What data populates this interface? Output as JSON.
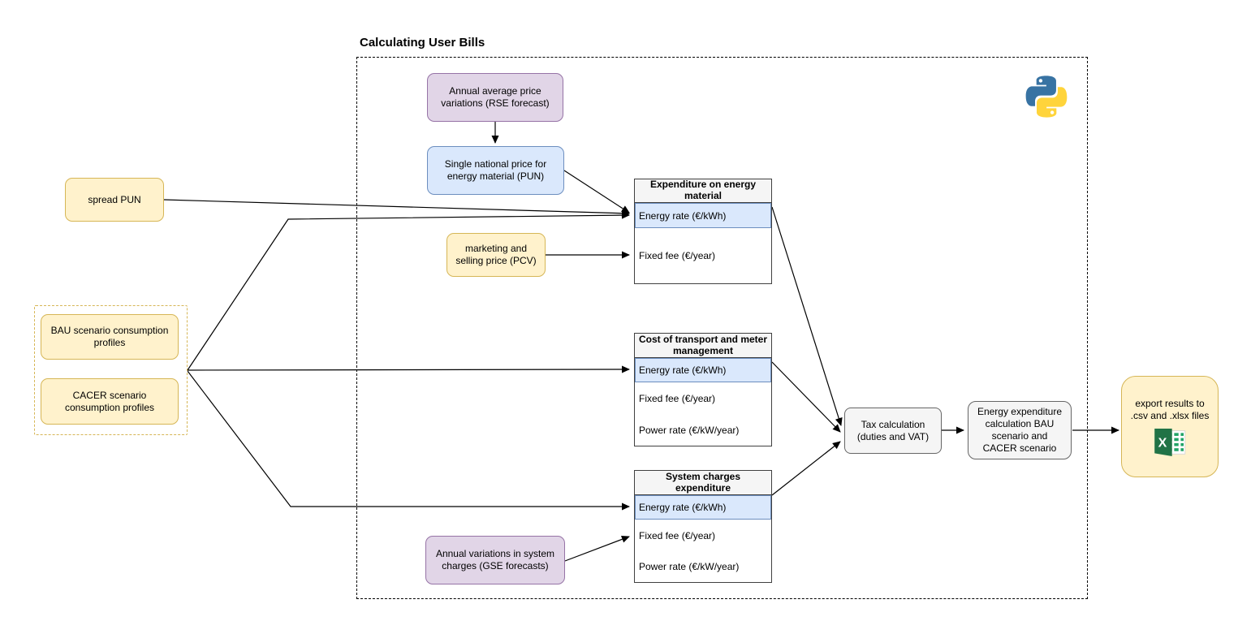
{
  "title": "Calculating User Bills",
  "nodes": {
    "annual_price_variations": "Annual average price variations (RSE forecast)",
    "single_national_price": "Single national price for energy material (PUN)",
    "spread_pun": "spread PUN",
    "marketing_selling_price": "marketing and selling price (PCV)",
    "bau_profiles": "BAU scenario consumption profiles",
    "cacer_profiles": "CACER scenario consumption profiles",
    "annual_system_charges": "Annual variations in system charges (GSE forecasts)",
    "tax_calculation": "Tax calculation (duties and VAT)",
    "energy_expenditure_calc": "Energy expenditure calculation BAU scenario and CACER scenario",
    "export_results": "export results to .csv and .xlsx files"
  },
  "tables": {
    "energy_material": {
      "title": "Expenditure on energy material",
      "rows": [
        "Energy rate (€/kWh)",
        "Fixed fee (€/year)"
      ]
    },
    "transport_meter": {
      "title": "Cost of transport and meter management",
      "rows": [
        "Energy rate (€/kWh)",
        "Fixed fee (€/year)",
        "Power rate (€/kW/year)"
      ]
    },
    "system_charges": {
      "title": "System charges expenditure",
      "rows": [
        "Energy rate (€/kWh)",
        "Fixed fee (€/year)",
        "Power rate (€/kW/year)"
      ]
    }
  },
  "icons": {
    "python": "python-logo",
    "excel": "excel-spreadsheet-icon"
  },
  "colors": {
    "yellow_fill": "#FFF2CC",
    "yellow_border": "#D6B656",
    "purple_fill": "#E1D5E7",
    "purple_border": "#9673A6",
    "blue_fill": "#DAE8FC",
    "blue_border": "#6C8EBF",
    "gray_fill": "#F5F5F5",
    "gray_border": "#666666",
    "highlight_row_fill": "#DAE8FC"
  }
}
